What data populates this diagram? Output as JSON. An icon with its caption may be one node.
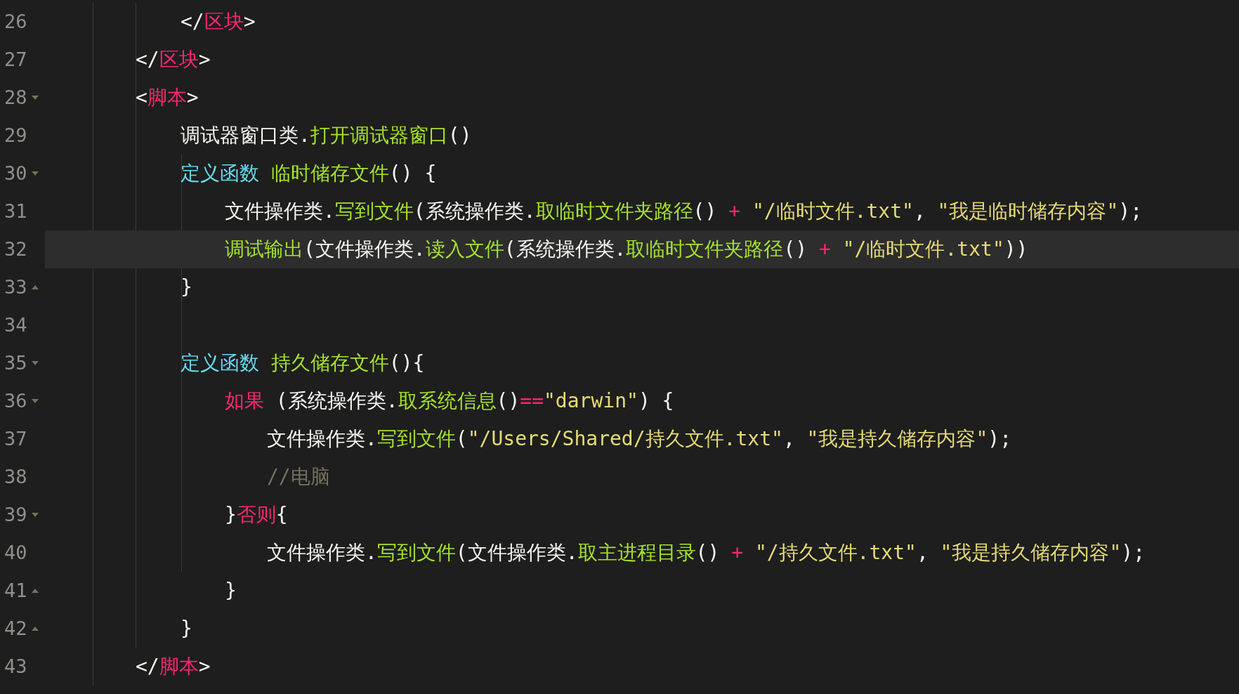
{
  "diagram": {
    "labels": [
      "26",
      "</区块>",
      "27",
      "</区块>",
      "28",
      "<脚本>",
      "29",
      "调试器窗口类.打开调试器窗口()",
      "30",
      "定义函数 临时储存文件() {",
      "31",
      "文件操作类.写到文件(系统操作类.取临时文件夹路径() + \"/临时文件.txt\", \"我是临时储存内容\");",
      "32",
      "调试输出(文件操作类.读入文件(系统操作类.取临时文件夹路径() + \"/临时文件.txt\"))",
      "33",
      "}",
      "34",
      "35",
      "定义函数 持久储存文件(){",
      "36",
      "如果 (系统操作类.取系统信息()==\"darwin\") {",
      "37",
      "文件操作类.写到文件(\"/Users/Shared/持久文件.txt\", \"我是持久储存内容\");",
      "38",
      "//电脑",
      "39",
      "}否则{",
      "40",
      "文件操作类.写到文件(文件操作类.取主进程目录() + \"/持久文件.txt\", \"我是持久储存内容\");",
      "41",
      "}",
      "42",
      "}",
      "43",
      "</脚本>"
    ]
  }
}
